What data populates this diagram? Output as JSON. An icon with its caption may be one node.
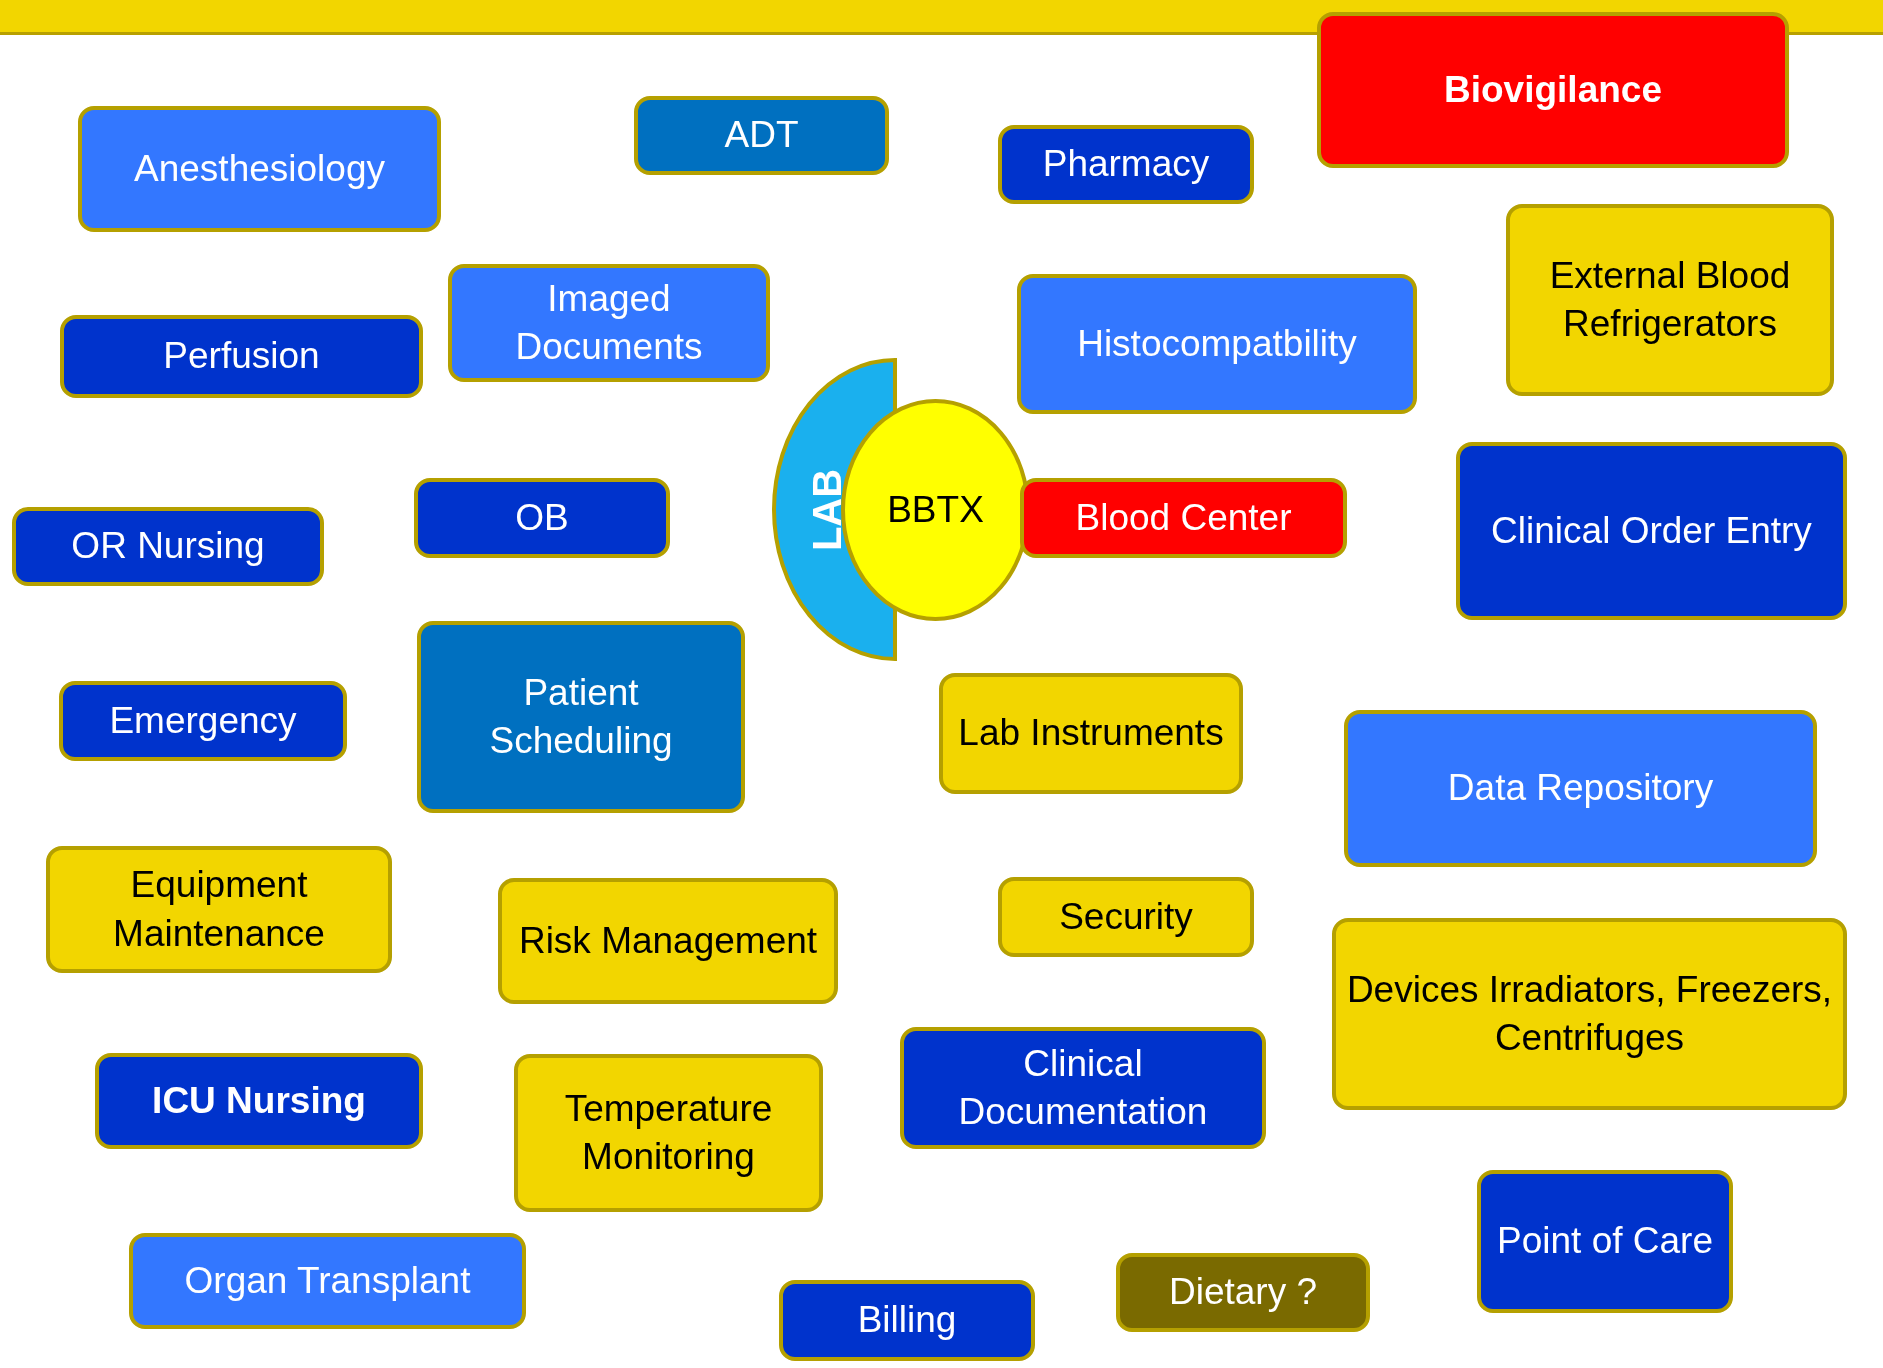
{
  "diagram": {
    "nodes": [
      {
        "text": [
          "Biovigilance"
        ]
      },
      {
        "text": [
          "Anesthesiology"
        ]
      },
      {
        "text": [
          "ADT"
        ]
      },
      {
        "text": [
          "Pharmacy"
        ]
      },
      {
        "text": [
          "External Blood Refrigerators"
        ]
      },
      {
        "text": [
          "Perfusion"
        ]
      },
      {
        "text": [
          "Imaged Documents"
        ]
      },
      {
        "text": [
          "Histocompatbility"
        ]
      },
      {
        "text": [
          "LAB"
        ]
      },
      {
        "text": [
          "BBTX"
        ]
      },
      {
        "text": [
          "Blood Center"
        ]
      },
      {
        "text": [
          "OR Nursing"
        ]
      },
      {
        "text": [
          "OB"
        ]
      },
      {
        "text": [
          "Clinical Order Entry"
        ]
      },
      {
        "text": [
          "Emergency"
        ]
      },
      {
        "text": [
          "Patient Scheduling"
        ]
      },
      {
        "text": [
          "Lab Instruments"
        ]
      },
      {
        "text": [
          "Data Repository"
        ]
      },
      {
        "text": [
          "Equipment Maintenance"
        ]
      },
      {
        "text": [
          "Risk Management"
        ]
      },
      {
        "text": [
          "Security"
        ]
      },
      {
        "text": [
          "Devices Irradiators,  Freezers, Centrifuges"
        ]
      },
      {
        "text": [
          "ICU Nursing"
        ]
      },
      {
        "text": [
          "Temperature Monitoring"
        ]
      },
      {
        "text": [
          "Clinical Documentation"
        ]
      },
      {
        "text": [
          "Point of Care"
        ]
      },
      {
        "text": [
          "Organ Transplant"
        ]
      },
      {
        "text": [
          "Billing"
        ]
      },
      {
        "text": [
          "Dietary ?"
        ]
      }
    ]
  }
}
